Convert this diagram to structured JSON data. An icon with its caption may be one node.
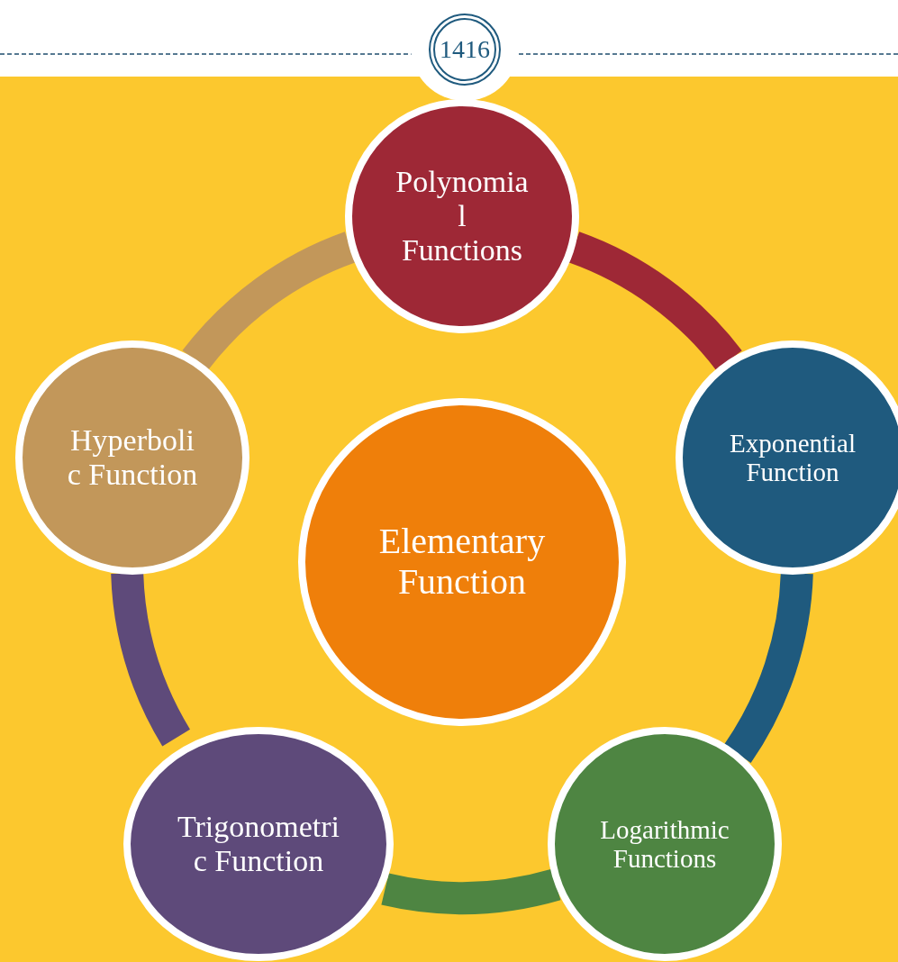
{
  "diagram": {
    "nodes": [
      {
        "text": [
          "1416"
        ]
      },
      {
        "text": [
          "Elementary Function"
        ]
      },
      {
        "text": [
          "Polynomial Functions"
        ]
      },
      {
        "text": [
          "Exponential Function"
        ]
      },
      {
        "text": [
          "Logarithmic Functions"
        ]
      },
      {
        "text": [
          "Trigonometric Function"
        ]
      },
      {
        "text": [
          "Hyperbolic Function"
        ]
      }
    ],
    "edges": [
      {
        "from": 2,
        "to": 3,
        "arrow": "none",
        "color": "#9e2836"
      },
      {
        "from": 3,
        "to": 4,
        "arrow": "none",
        "color": "#1f5a7e"
      },
      {
        "from": 4,
        "to": 5,
        "arrow": "none",
        "color": "#4e8542"
      },
      {
        "from": 5,
        "to": 6,
        "arrow": "none",
        "color": "#5e4a7a"
      },
      {
        "from": 6,
        "to": 2,
        "arrow": "none",
        "color": "#c2975a"
      }
    ]
  }
}
